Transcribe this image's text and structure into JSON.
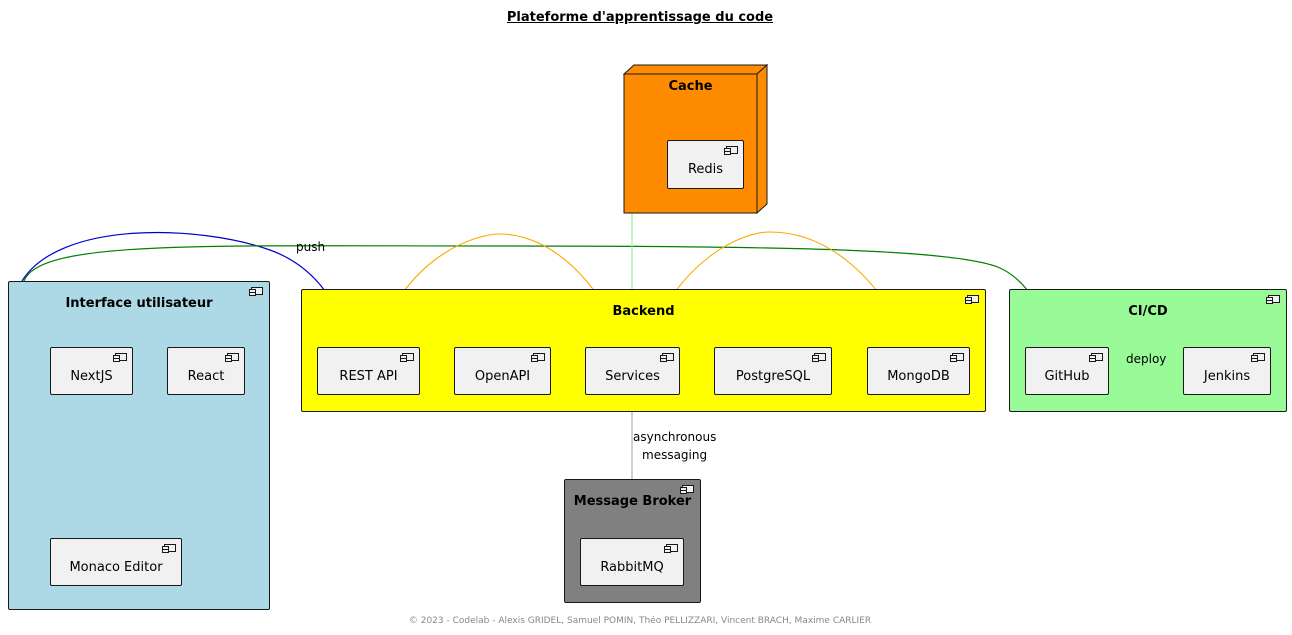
{
  "title": "Plateforme d'apprentissage du code",
  "footer": "© 2023 - Codelab - Alexis GRIDEL, Samuel POMIN, Théo PELLIZZARI, Vincent BRACH, Maxime CARLIER",
  "packages": {
    "cache": {
      "title": "Cache",
      "color": "#FF8C00"
    },
    "ui": {
      "title": "Interface utilisateur",
      "color": "#ADD8E6"
    },
    "backend": {
      "title": "Backend",
      "color": "#FFFF00"
    },
    "cicd": {
      "title": "CI/CD",
      "color": "#98FB98"
    },
    "broker": {
      "title": "Message Broker",
      "color": "#808080"
    }
  },
  "components": {
    "redis": "Redis",
    "nextjs": "NextJS",
    "react": "React",
    "monaco": "Monaco Editor",
    "restapi": "REST API",
    "openapi": "OpenAPI",
    "services": "Services",
    "postgresql": "PostgreSQL",
    "mongodb": "MongoDB",
    "github": "GitHub",
    "jenkins": "Jenkins",
    "rabbitmq": "RabbitMQ"
  },
  "edge_labels": {
    "push": "push",
    "deploy": "deploy",
    "async_line1": "asynchronous",
    "async_line2": "messaging"
  },
  "edge_colors": {
    "ui_to_rest": "#0000CD",
    "ui_to_github": "#008000",
    "backend_internal": "#FFA500",
    "cache_link": "#90EE90",
    "messaging": "#A9A9A9",
    "deploy": "#008000"
  }
}
